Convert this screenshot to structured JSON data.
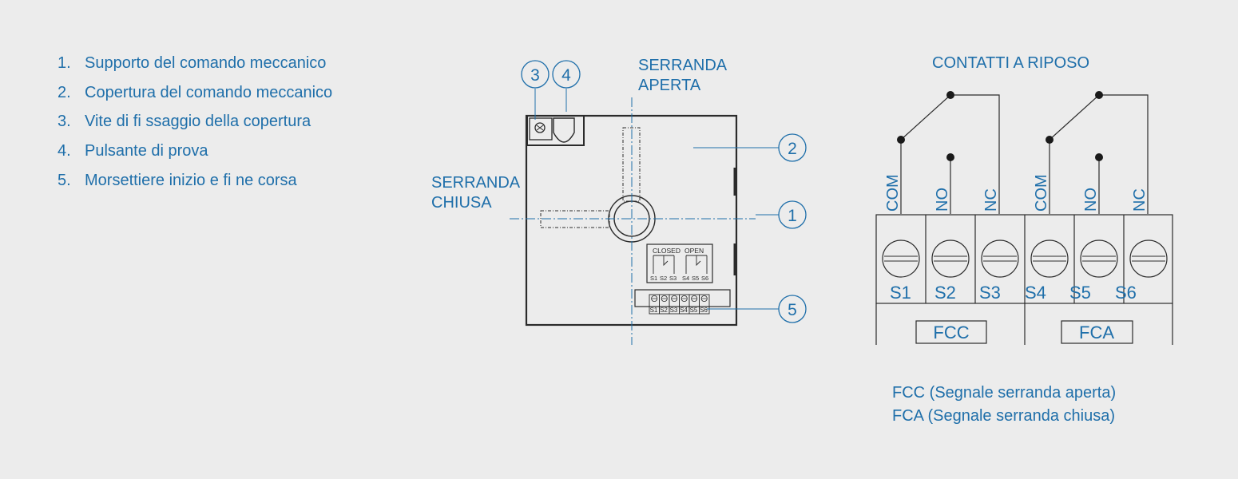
{
  "legend": [
    {
      "num": "1.",
      "text": "Supporto del comando meccanico"
    },
    {
      "num": "2.",
      "text": "Copertura del comando meccanico"
    },
    {
      "num": "3.",
      "text": "Vite di fi ssaggio della copertura"
    },
    {
      "num": "4.",
      "text": "Pulsante di prova"
    },
    {
      "num": "5.",
      "text": "Morsettiere inizio e fi ne corsa"
    }
  ],
  "device": {
    "label_open_1": "SERRANDA",
    "label_open_2": "APERTA",
    "label_closed_1": "SERRANDA",
    "label_closed_2": "CHIUSA",
    "callouts": [
      "1",
      "2",
      "3",
      "4",
      "5"
    ],
    "inner_closed": "CLOSED",
    "inner_open": "OPEN",
    "inner_terminals": [
      "S1",
      "S2",
      "S3",
      "S4",
      "S5",
      "S6"
    ]
  },
  "wiring": {
    "title": "CONTATTI A RIPOSO",
    "contacts": [
      "COM",
      "NO",
      "NC",
      "COM",
      "NO",
      "NC"
    ],
    "terminals": [
      "S1",
      "S2",
      "S3",
      "S4",
      "S5",
      "S6"
    ],
    "group_fcc": "FCC",
    "group_fca": "FCA"
  },
  "signals": {
    "fcc": "FCC (Segnale serranda aperta)",
    "fca": "FCA (Segnale serranda chiusa)"
  },
  "colors": {
    "accent": "#1f6faa",
    "line": "#2b2b2b",
    "background": "#ececec"
  }
}
